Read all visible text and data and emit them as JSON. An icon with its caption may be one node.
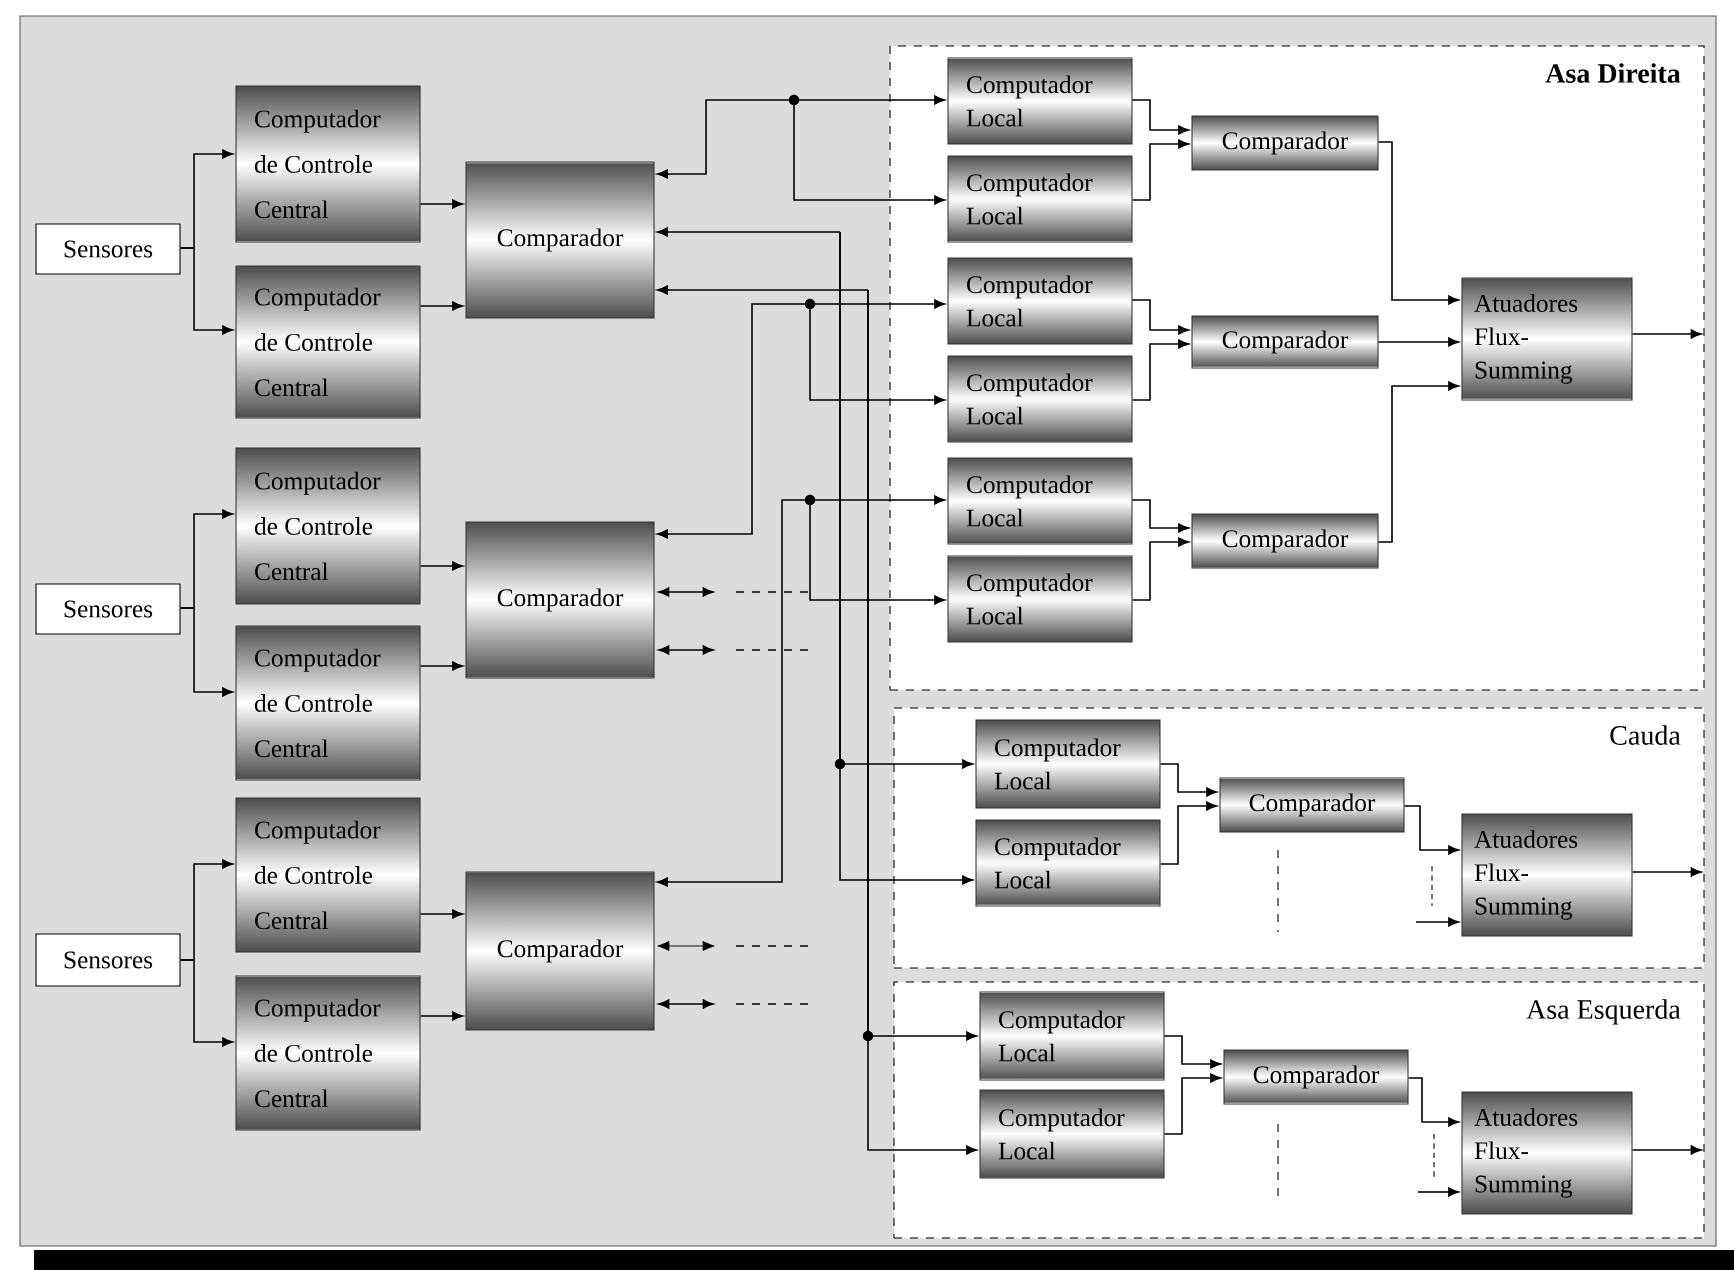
{
  "diagram": {
    "nodes": [
      {
        "text": [
          "Sensores"
        ]
      },
      {
        "text": [
          "Computador de Controle Central"
        ]
      },
      {
        "text": [
          "Computador de Controle Central"
        ]
      },
      {
        "text": [
          "Comparador"
        ]
      },
      {
        "text": [
          "Sensores"
        ]
      },
      {
        "text": [
          "Computador de Controle Central"
        ]
      },
      {
        "text": [
          "Computador de Controle Central"
        ]
      },
      {
        "text": [
          "Comparador"
        ]
      },
      {
        "text": [
          "Sensores"
        ]
      },
      {
        "text": [
          "Computador de Controle Central"
        ]
      },
      {
        "text": [
          "Computador de Controle Central"
        ]
      },
      {
        "text": [
          "Comparador"
        ]
      },
      {
        "text": [
          "Asa Direita"
        ]
      },
      {
        "text": [
          "Computador Local"
        ],
        "in": 12
      },
      {
        "text": [
          "Computador Local"
        ],
        "in": 12
      },
      {
        "text": [
          "Comparador"
        ],
        "in": 12
      },
      {
        "text": [
          "Computador Local"
        ],
        "in": 12
      },
      {
        "text": [
          "Computador Local"
        ],
        "in": 12
      },
      {
        "text": [
          "Comparador"
        ],
        "in": 12
      },
      {
        "text": [
          "Computador Local"
        ],
        "in": 12
      },
      {
        "text": [
          "Computador Local"
        ],
        "in": 12
      },
      {
        "text": [
          "Comparador"
        ],
        "in": 12
      },
      {
        "text": [
          "Atuadores Flux-Summing"
        ],
        "in": 12
      },
      {
        "text": [
          "Cauda"
        ]
      },
      {
        "text": [
          "Computador Local"
        ],
        "in": 23
      },
      {
        "text": [
          "Computador Local"
        ],
        "in": 23
      },
      {
        "text": [
          "Comparador"
        ],
        "in": 23
      },
      {
        "text": [
          "Atuadores Flux-Summing"
        ],
        "in": 23
      },
      {
        "text": [
          "Asa Esquerda"
        ]
      },
      {
        "text": [
          "Computador Local"
        ],
        "in": 28
      },
      {
        "text": [
          "Computador Local"
        ],
        "in": 28
      },
      {
        "text": [
          "Comparador"
        ],
        "in": 28
      },
      {
        "text": [
          "Atuadores Flux-Summing"
        ],
        "in": 28
      }
    ],
    "edges": [
      {
        "from": 0,
        "to": 1,
        "arrow": "to"
      },
      {
        "from": 0,
        "to": 2,
        "arrow": "to"
      },
      {
        "from": 1,
        "to": 3,
        "arrow": "to"
      },
      {
        "from": 2,
        "to": 3,
        "arrow": "to"
      },
      {
        "from": 4,
        "to": 5,
        "arrow": "to"
      },
      {
        "from": 4,
        "to": 6,
        "arrow": "to"
      },
      {
        "from": 5,
        "to": 7,
        "arrow": "to"
      },
      {
        "from": 6,
        "to": 7,
        "arrow": "to"
      },
      {
        "from": 8,
        "to": 9,
        "arrow": "to"
      },
      {
        "from": 8,
        "to": 10,
        "arrow": "to"
      },
      {
        "from": 9,
        "to": 11,
        "arrow": "to"
      },
      {
        "from": 10,
        "to": 11,
        "arrow": "to"
      },
      {
        "from": 3,
        "to": 13,
        "arrow": "both"
      },
      {
        "from": 3,
        "to": 14,
        "arrow": "both"
      },
      {
        "from": 3,
        "to": 24,
        "arrow": "both"
      },
      {
        "from": 3,
        "to": 25,
        "arrow": "both"
      },
      {
        "from": 3,
        "to": 29,
        "arrow": "both"
      },
      {
        "from": 3,
        "to": 30,
        "arrow": "both"
      },
      {
        "from": 7,
        "to": 16,
        "arrow": "both"
      },
      {
        "from": 7,
        "to": 17,
        "arrow": "both"
      },
      {
        "from": 11,
        "to": 19,
        "arrow": "both"
      },
      {
        "from": 11,
        "to": 20,
        "arrow": "both"
      },
      {
        "from": 13,
        "to": 15,
        "arrow": "to"
      },
      {
        "from": 14,
        "to": 15,
        "arrow": "to"
      },
      {
        "from": 16,
        "to": 18,
        "arrow": "to"
      },
      {
        "from": 17,
        "to": 18,
        "arrow": "to"
      },
      {
        "from": 19,
        "to": 21,
        "arrow": "to"
      },
      {
        "from": 20,
        "to": 21,
        "arrow": "to"
      },
      {
        "from": 15,
        "to": 22,
        "arrow": "to"
      },
      {
        "from": 18,
        "to": 22,
        "arrow": "to"
      },
      {
        "from": 21,
        "to": 22,
        "arrow": "to"
      },
      {
        "from": 22,
        "to": null,
        "arrow": "to"
      },
      {
        "from": 24,
        "to": 26,
        "arrow": "to"
      },
      {
        "from": 25,
        "to": 26,
        "arrow": "to"
      },
      {
        "from": 26,
        "to": 27,
        "arrow": "to"
      },
      {
        "from": null,
        "to": 27,
        "arrow": "to"
      },
      {
        "from": 27,
        "to": null,
        "arrow": "to"
      },
      {
        "from": 29,
        "to": 31,
        "arrow": "to"
      },
      {
        "from": 30,
        "to": 31,
        "arrow": "to"
      },
      {
        "from": 31,
        "to": 32,
        "arrow": "to"
      },
      {
        "from": null,
        "to": 32,
        "arrow": "to"
      },
      {
        "from": 32,
        "to": null,
        "arrow": "to"
      }
    ]
  }
}
